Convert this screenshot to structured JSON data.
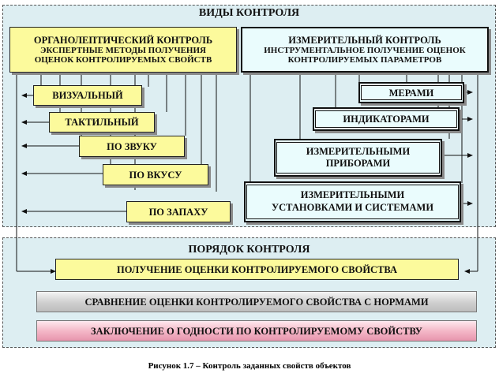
{
  "top_section": {
    "title": "ВИДЫ КОНТРОЛЯ",
    "organoleptic": {
      "line1": "ОРГАНОЛЕПТИЧЕСКИЙ КОНТРОЛЬ",
      "line2": "ЭКСПЕРТНЫЕ  МЕТОДЫ ПОЛУЧЕНИЯ",
      "line3": "ОЦЕНОК  КОНТРОЛИРУЕМЫХ  СВОЙСТВ",
      "methods": [
        "ВИЗУАЛЬНЫЙ",
        "ТАКТИЛЬНЫЙ",
        "ПО ЗВУКУ",
        "ПО ВКУСУ",
        "ПО ЗАПАХУ"
      ]
    },
    "measurement": {
      "line1": "ИЗМЕРИТЕЛЬНЫЙ КОНТРОЛЬ",
      "line2": "ИНСТРУМЕНТАЛЬНОЕ  ПОЛУЧЕНИЕ  ОЦЕНОК",
      "line3": "КОНТРОЛИРУЕМЫХ  ПАРАМЕТРОВ",
      "measures": "МЕРАМИ",
      "indicators": "ИНДИКАТОРАМИ",
      "instruments": {
        "line1": "ИЗМЕРИТЕЛЬНЫМИ",
        "line2": "ПРИБОРАМИ"
      },
      "installations": {
        "line1": "ИЗМЕРИТЕЛЬНЫМИ",
        "line2": "УСТАНОВКАМИ  И  СИСТЕМАМИ"
      }
    }
  },
  "bottom_section": {
    "title": "ПОРЯДОК КОНТРОЛЯ",
    "steps": [
      "ПОЛУЧЕНИЕ ОЦЕНКИ КОНТРОЛИРУЕМОГО СВОЙСТВА",
      "СРАВНЕНИЕ ОЦЕНКИ КОНТРОЛИРУЕМОГО СВОЙСТВА С НОРМАМИ",
      "ЗАКЛЮЧЕНИЕ О ГОДНОСТИ ПО КОНТРОЛИРУЕМОМУ СВОЙСТВУ"
    ]
  },
  "caption": "Рисунок 1.7 – Контроль заданных свойств объектов",
  "colors": {
    "panel": "#ddeef2",
    "yellow_box": "#fcfa9c",
    "blue_box": "#eafcfd",
    "grey_box": "#c8c8c8",
    "pink_box": "#f0a8bc"
  }
}
